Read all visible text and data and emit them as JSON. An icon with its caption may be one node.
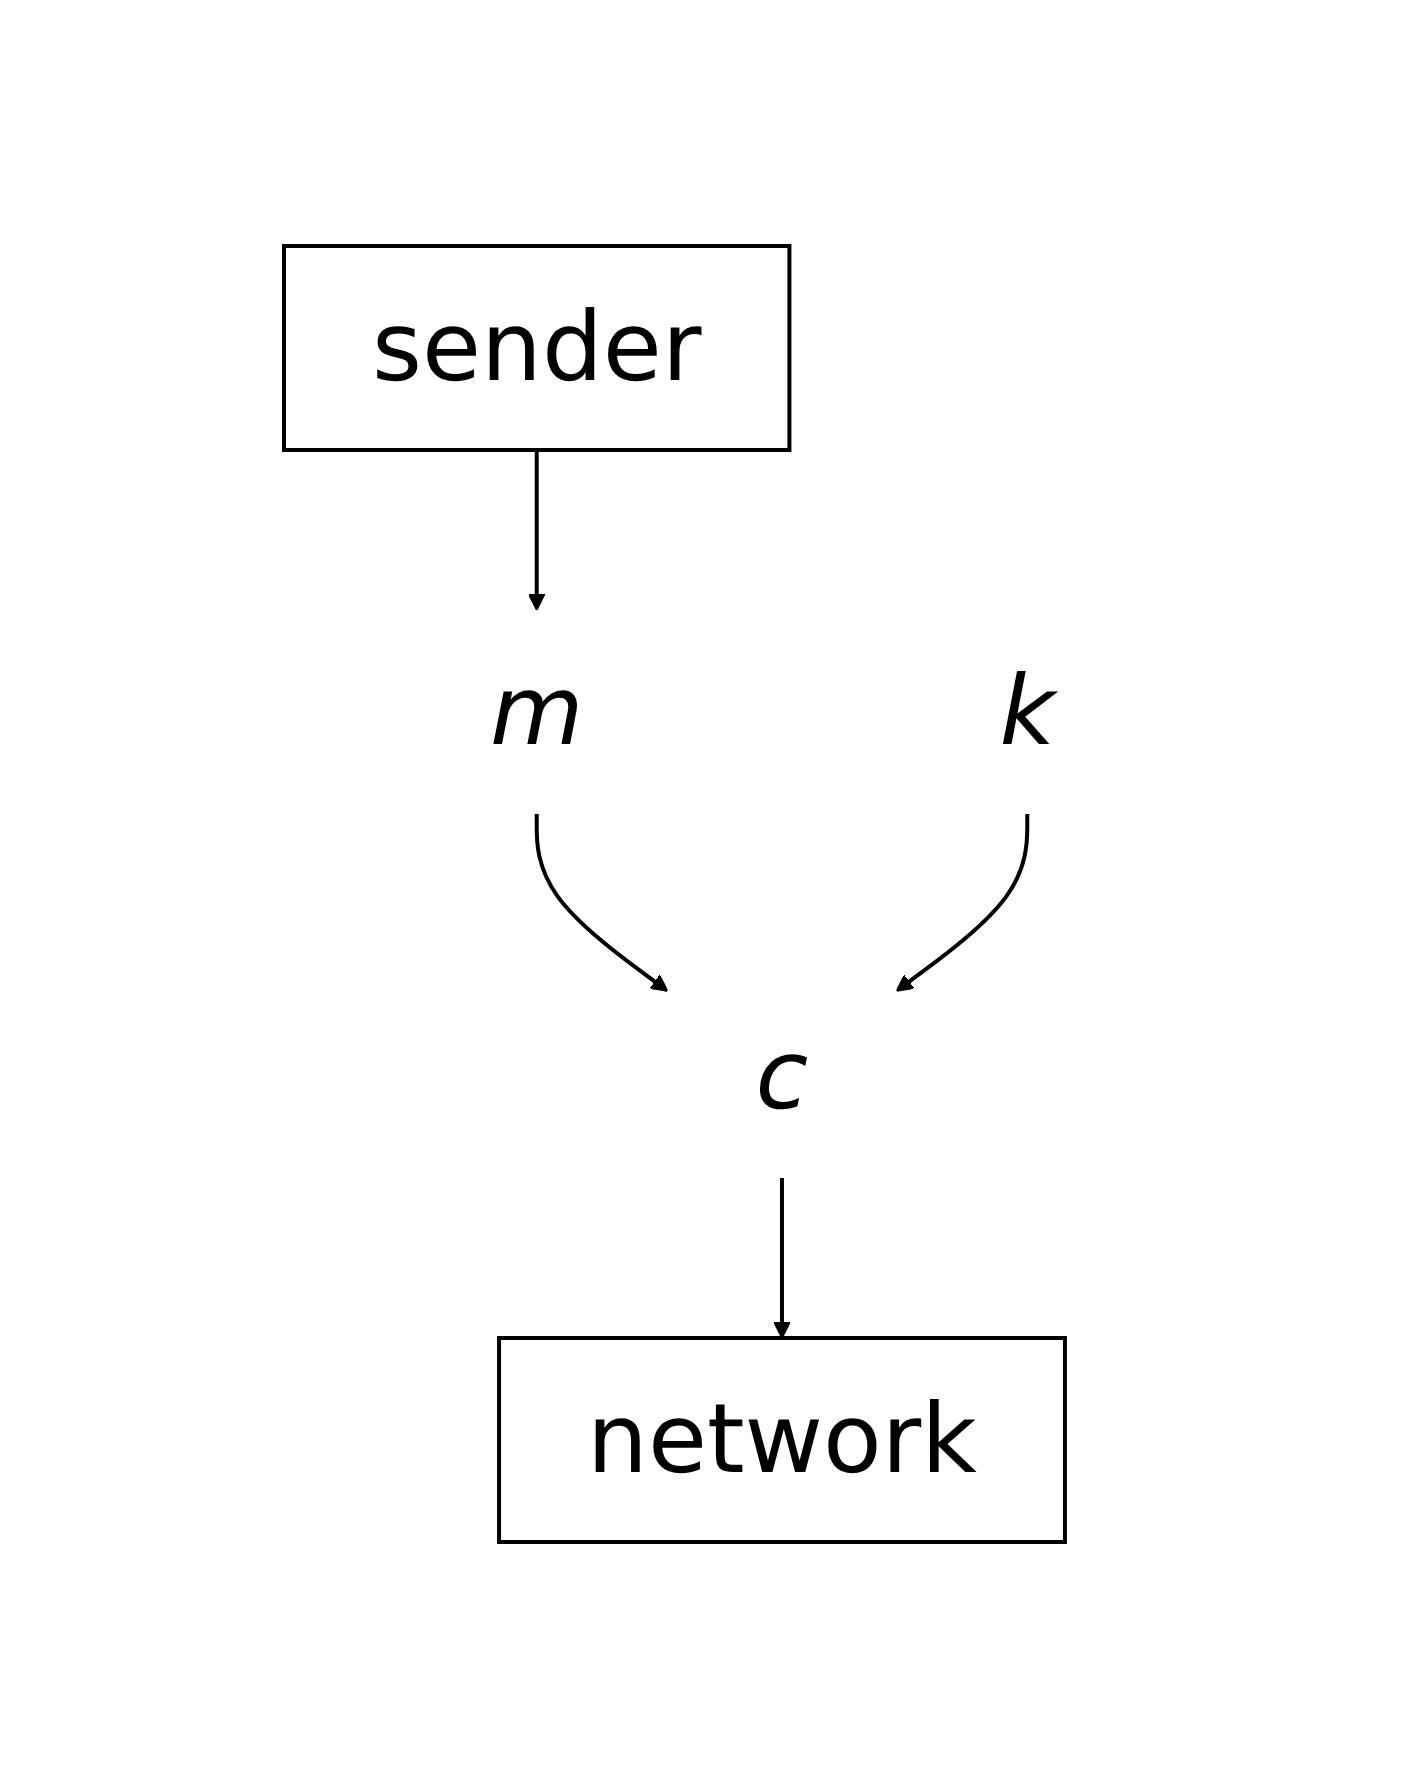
{
  "diagram": {
    "nodes": [
      {
        "text": [
          "sender"
        ]
      },
      {
        "text": [
          "m"
        ]
      },
      {
        "text": [
          "c"
        ]
      },
      {
        "text": [
          "k"
        ]
      },
      {
        "text": [
          "network"
        ]
      }
    ],
    "edges": [
      {
        "from": 0,
        "to": 1,
        "arrow": "to"
      },
      {
        "from": 1,
        "to": 2,
        "arrow": "to"
      },
      {
        "from": 3,
        "to": 2,
        "arrow": "to"
      },
      {
        "from": 2,
        "to": 4,
        "arrow": "to"
      }
    ]
  }
}
